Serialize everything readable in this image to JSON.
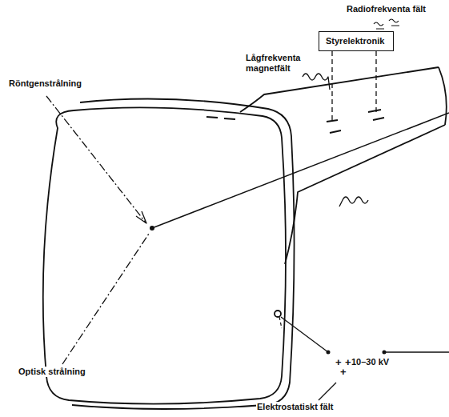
{
  "diagram": {
    "nodes": [
      {
        "text": [
          "Styrelektronik"
        ]
      }
    ],
    "labels": [
      "Radiofrekventa fält",
      "Lågfrekventa magnetfält",
      "Röntgenstrålning",
      "Optisk strålning",
      "10–30 kV",
      "+",
      "+",
      "+",
      "Elektrostatiskt fält"
    ]
  }
}
